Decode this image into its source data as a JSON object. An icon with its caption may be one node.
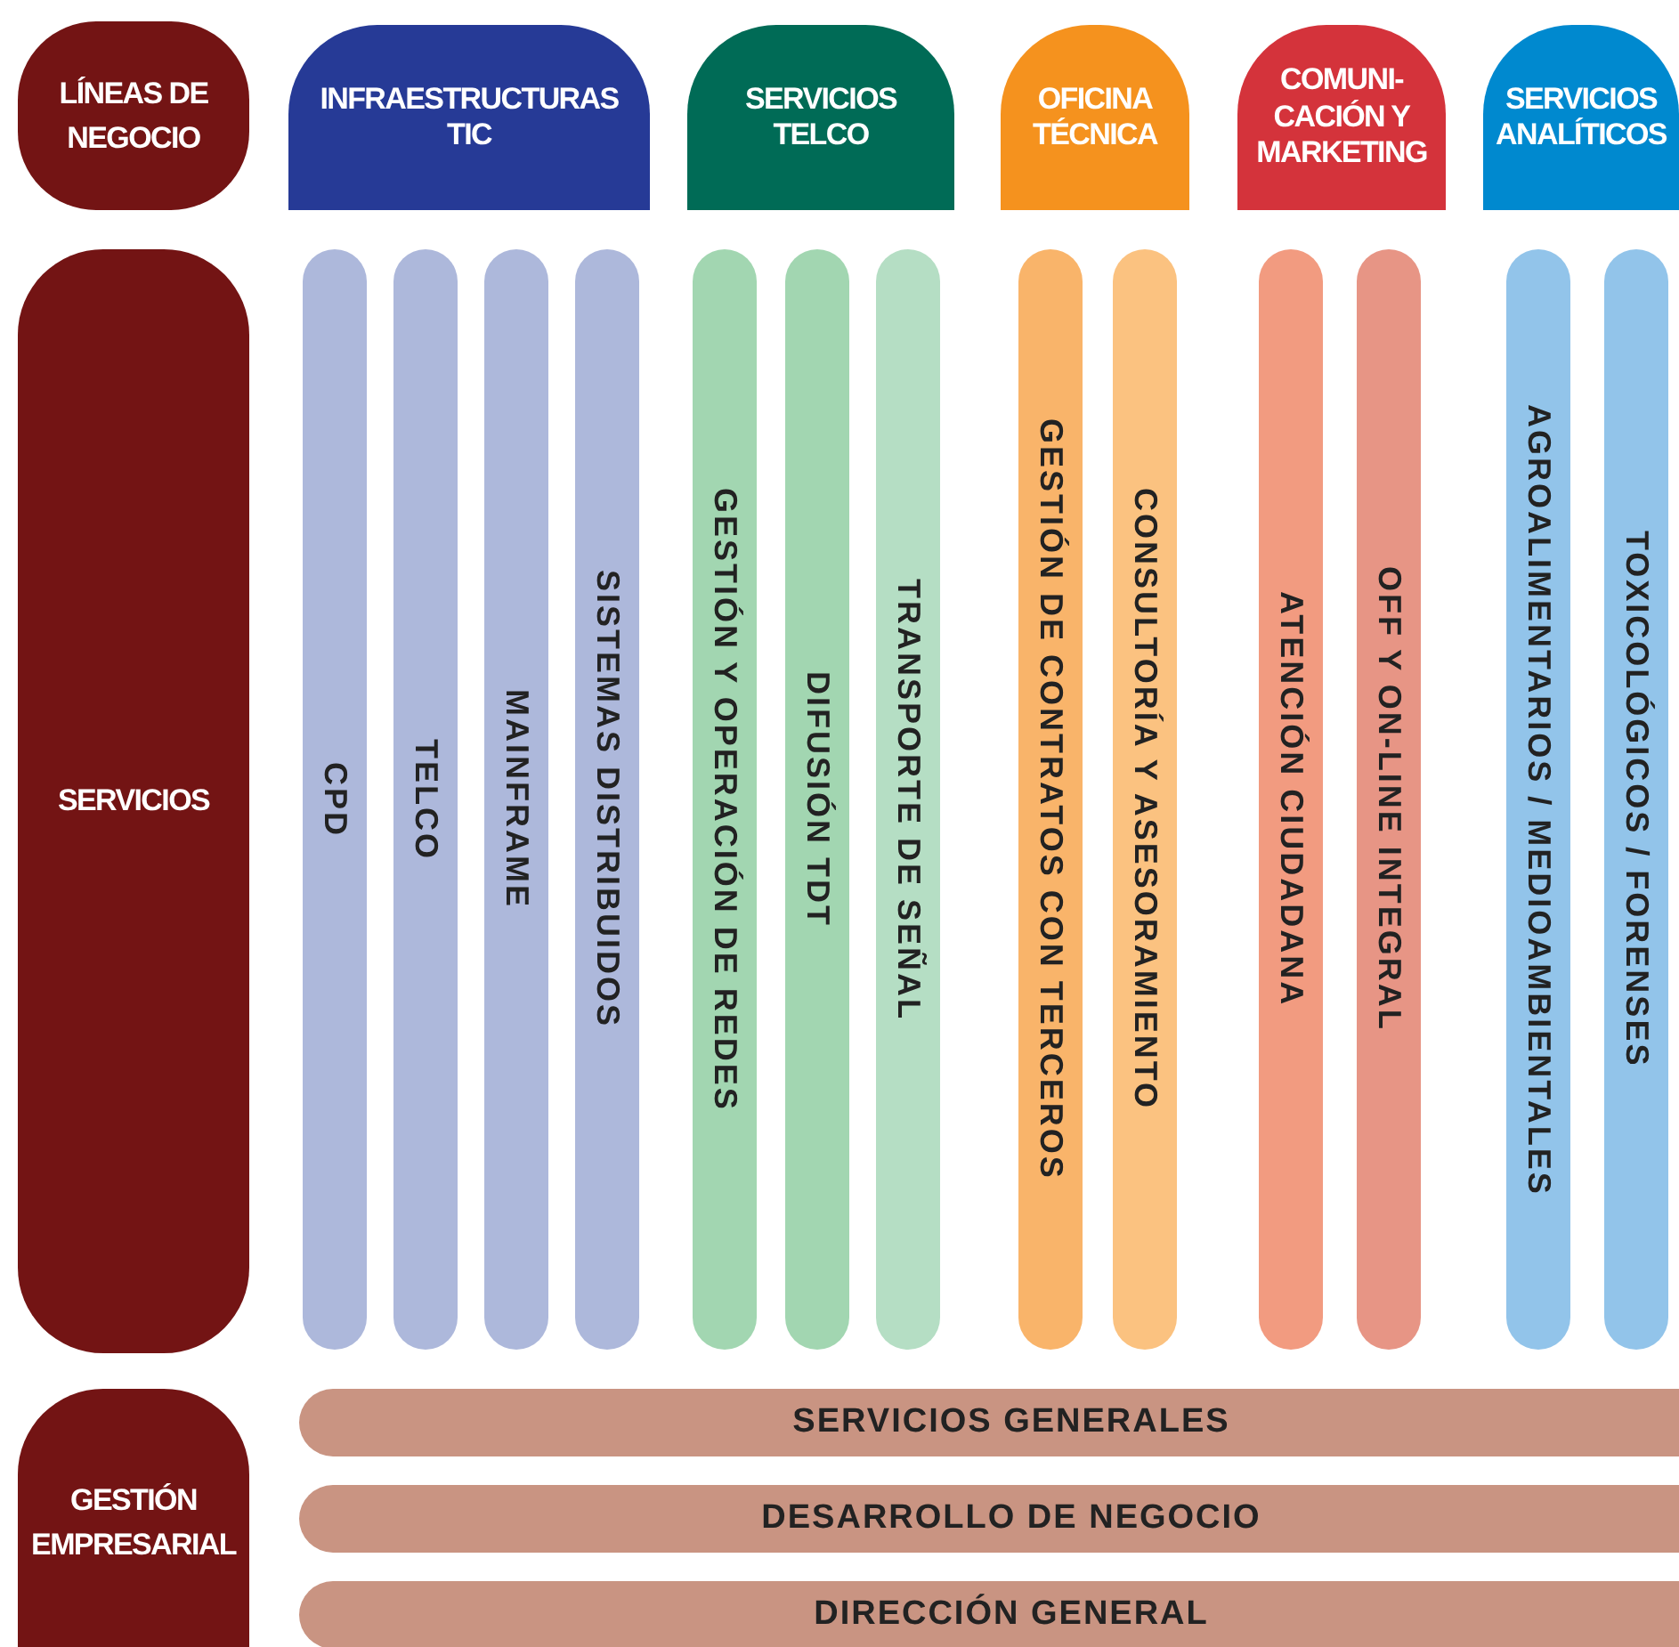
{
  "diagram": {
    "nodes": [
      {
        "text": [
          "LÍNEAS DE NEGOCIO"
        ]
      },
      {
        "text": [
          "INFRAESTRUCTURAS TIC"
        ]
      },
      {
        "text": [
          "SERVICIOS TELCO"
        ]
      },
      {
        "text": [
          "OFICINA TÉCNICA"
        ]
      },
      {
        "text": [
          "COMUNI- CACIÓN Y MARKETING"
        ]
      },
      {
        "text": [
          "SERVICIOS ANALÍTICOS"
        ]
      },
      {
        "text": [
          "SERVICIOS"
        ]
      },
      {
        "text": [
          "CPD"
        ]
      },
      {
        "text": [
          "TELCO"
        ]
      },
      {
        "text": [
          "MAINFRAME"
        ]
      },
      {
        "text": [
          "SISTEMAS DISTRIBUIDOS"
        ]
      },
      {
        "text": [
          "GESTIÓN Y OPERACIÓN DE REDES"
        ]
      },
      {
        "text": [
          "DIFUSIÓN TDT"
        ]
      },
      {
        "text": [
          "TRANSPORTE DE SEÑAL"
        ]
      },
      {
        "text": [
          "GESTIÓN DE CONTRATOS CON TERCEROS"
        ]
      },
      {
        "text": [
          "CONSULTORÍA Y ASESORAMIENTO"
        ]
      },
      {
        "text": [
          "ATENCIÓN CIUDADANA"
        ]
      },
      {
        "text": [
          "OFF Y ON-LINE INTEGRAL"
        ]
      },
      {
        "text": [
          "AGROALIMENTARIOS / MEDIOAMBIENTALES"
        ]
      },
      {
        "text": [
          "TOXICOLÓGICOS / FORENSES"
        ]
      },
      {
        "text": [
          "GESTIÓN EMPRESARIAL"
        ]
      },
      {
        "text": [
          "SERVICIOS GENERALES"
        ]
      },
      {
        "text": [
          "DESARROLLO DE NEGOCIO"
        ]
      },
      {
        "text": [
          "DIRECCIÓN GENERAL"
        ]
      }
    ]
  }
}
